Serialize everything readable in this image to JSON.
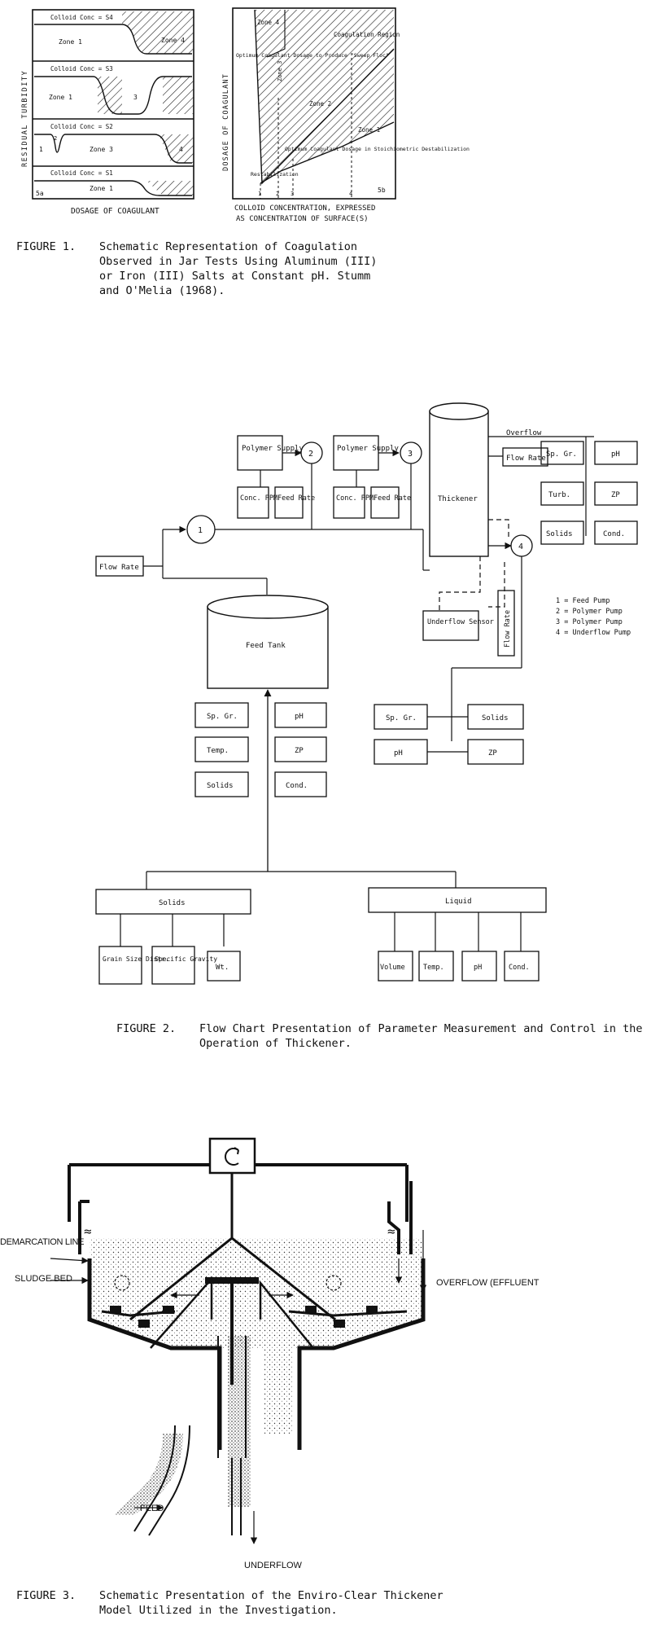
{
  "figure1": {
    "panel_a": {
      "y_axis_label": "RESIDUAL TURBIDITY",
      "x_axis_label": "DOSAGE OF COAGULANT",
      "panel_tag": "5a",
      "strips": [
        {
          "conc": "Colloid Conc = S4",
          "zone_left": "Zone 1",
          "zone_right": "Zone 4"
        },
        {
          "conc": "Colloid Conc = S3",
          "zone_left": "Zone 1",
          "zone_mid": "3"
        },
        {
          "conc": "Colloid Conc = S2",
          "zone_left": "1",
          "zone_small": "2",
          "zone_mid": "Zone 3",
          "zone_right": "4"
        },
        {
          "conc": "Colloid Conc = S1",
          "zone_left": "Zone 1"
        }
      ]
    },
    "panel_b": {
      "y_axis_label": "DOSAGE OF COAGULANT",
      "x_axis_label_line1": "COLLOID CONCENTRATION, EXPRESSED",
      "x_axis_label_line2": "AS CONCENTRATION OF SURFACE(S)",
      "panel_tag": "5b",
      "zone4": "Zone 4",
      "coag_region": "Coagulation Region",
      "optimum_sweep": "Optimum Coagulant Dosage to Produce \"Sweep Floc\"",
      "zone3": "Zone 3",
      "zone2": "Zone 2",
      "zone1": "Zone 1",
      "optimum_stoich": "Optimum Coagulant Dosage in Stoichiometric Destabilization",
      "restab": "Restabilization",
      "ticks": [
        "1",
        "2",
        "3",
        "4"
      ]
    },
    "caption_number": "FIGURE 1.",
    "caption_text": "Schematic Representation of Coagulation Observed in Jar Tests Using Aluminum (III) or Iron (III) Salts at Constant pH.  Stumm and O'Melia (1968)."
  },
  "figure2": {
    "polymer_supply_1": "Polymer Supply",
    "polymer_supply_2": "Polymer Supply",
    "conc_ppm_1": "Conc. PPM",
    "feed_rate_1": "Feed Rate",
    "conc_ppm_2": "Conc. PPM",
    "feed_rate_2": "Feed Rate",
    "pump1": "1",
    "pump2": "2",
    "pump3": "3",
    "pump4": "4",
    "thickener": "Thickener",
    "overflow": "Overflow",
    "flow_rate_overflow": "Flow Rate",
    "flow_rate_feed": "Flow Rate",
    "flow_rate_underflow": "Flow Rate",
    "overflow_params": [
      "Sp. Gr.",
      "pH",
      "Turb.",
      "ZP",
      "Solids",
      "Cond."
    ],
    "underflow_sensor": "Underflow Sensor",
    "feed_tank": "Feed Tank",
    "legend": [
      "1 = Feed Pump",
      "2 = Polymer Pump",
      "3 = Polymer Pump",
      "4 = Underflow Pump"
    ],
    "feed_params": [
      "Sp. Gr.",
      "pH",
      "Temp.",
      "ZP",
      "Solids",
      "Cond."
    ],
    "underflow_params": [
      "Sp. Gr.",
      "Solids",
      "pH",
      "ZP"
    ],
    "solids": "Solids",
    "liquid": "Liquid",
    "solids_params": [
      "Grain Size Distr.",
      "Specific Gravity",
      "Wt."
    ],
    "liquid_params": [
      "Volume",
      "Temp.",
      "pH",
      "Cond."
    ],
    "caption_number": "FIGURE 2.",
    "caption_text": "Flow Chart Presentation of Parameter Measurement and Control in the Operation of Thickener."
  },
  "figure3": {
    "demarcation_line": "DEMARCATION LINE",
    "sludge_bed": "SLUDGE BED",
    "overflow_effluent": "OVERFLOW (EFFLUENT",
    "feed": "FEED",
    "underflow": "UNDERFLOW",
    "caption_number": "FIGURE 3.",
    "caption_text": "Schematic Presentation of the Enviro-Clear Thickener Model Utilized in the Investigation."
  }
}
